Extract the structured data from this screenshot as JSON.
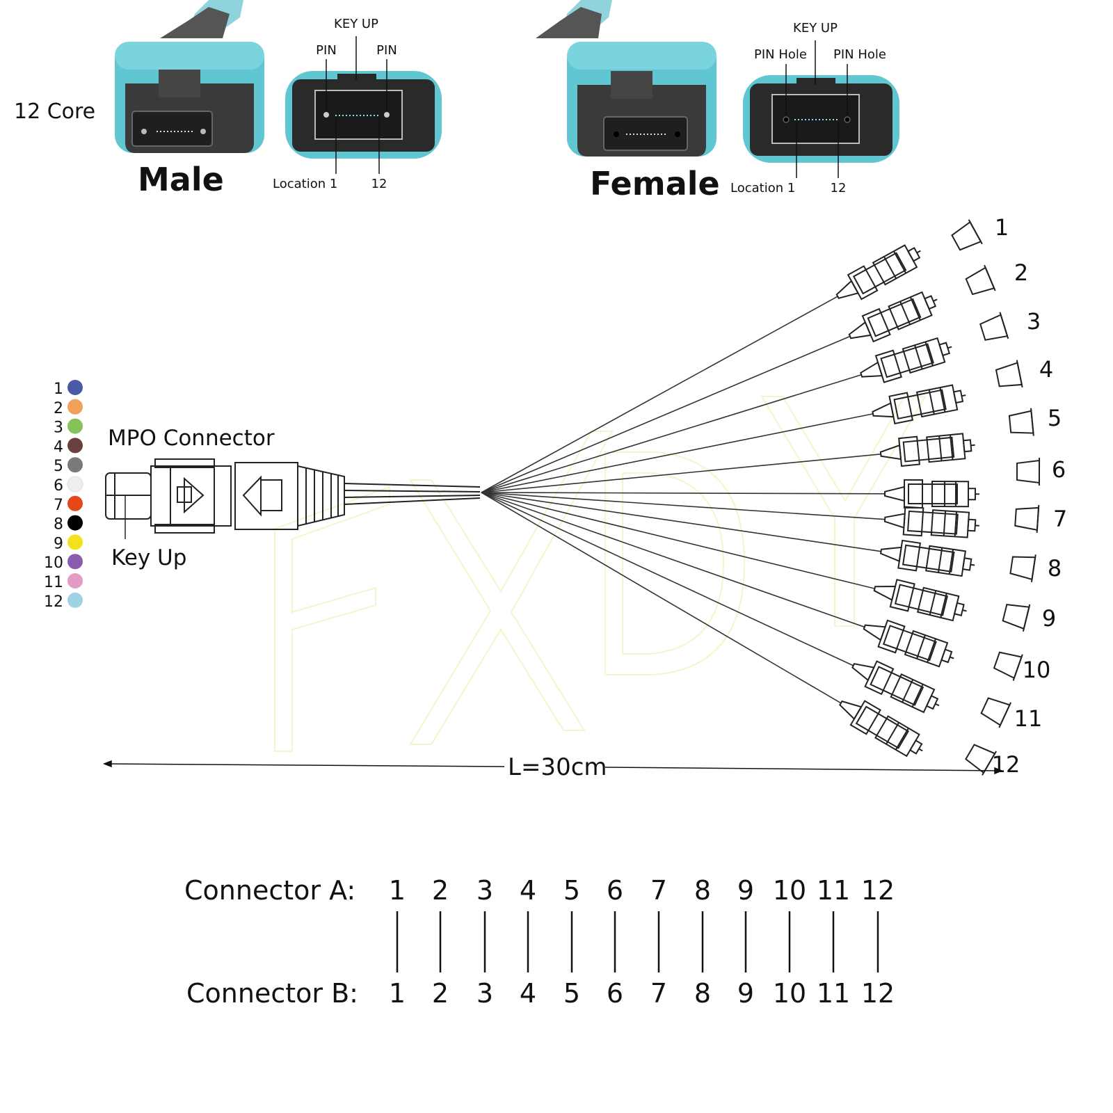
{
  "top": {
    "core_label": "12 Core",
    "male": {
      "title": "Male",
      "key_up": "KEY UP",
      "pin_left": "PIN",
      "pin_right": "PIN",
      "location_1": "Location 1",
      "location_12": "12"
    },
    "female": {
      "title": "Female",
      "key_up": "KEY UP",
      "pin_left": "PIN Hole",
      "pin_right": "PIN Hole",
      "location_1": "Location 1",
      "location_12": "12"
    }
  },
  "color_legend": [
    {
      "num": "1",
      "color": "#4a5aa8"
    },
    {
      "num": "2",
      "color": "#f0a05a"
    },
    {
      "num": "3",
      "color": "#86c25c"
    },
    {
      "num": "4",
      "color": "#6b3f3f"
    },
    {
      "num": "5",
      "color": "#7a7a7a"
    },
    {
      "num": "6",
      "color": "#eeeeee"
    },
    {
      "num": "7",
      "color": "#e4471a"
    },
    {
      "num": "8",
      "color": "#000000"
    },
    {
      "num": "9",
      "color": "#f2e21c"
    },
    {
      "num": "10",
      "color": "#8a5cae"
    },
    {
      "num": "11",
      "color": "#e59cc4"
    },
    {
      "num": "12",
      "color": "#9fd3e4"
    }
  ],
  "mpo_label": "MPO Connector",
  "key_up_label": "Key Up",
  "fan_labels": [
    "1",
    "2",
    "3",
    "4",
    "5",
    "6",
    "7",
    "8",
    "9",
    "10",
    "11",
    "12"
  ],
  "length_label": "L=30cm",
  "mapping": {
    "a_label": "Connector A:",
    "b_label": "Connector B:",
    "a": [
      "1",
      "2",
      "3",
      "4",
      "5",
      "6",
      "7",
      "8",
      "9",
      "10",
      "11",
      "12"
    ],
    "b": [
      "1",
      "2",
      "3",
      "4",
      "5",
      "6",
      "7",
      "8",
      "9",
      "10",
      "11",
      "12"
    ]
  },
  "colors": {
    "aqua": "#5fc6d2",
    "aqua_dark": "#3aa9b6",
    "housing": "#3a3a3a",
    "ferrule": "#1f1f1f"
  }
}
